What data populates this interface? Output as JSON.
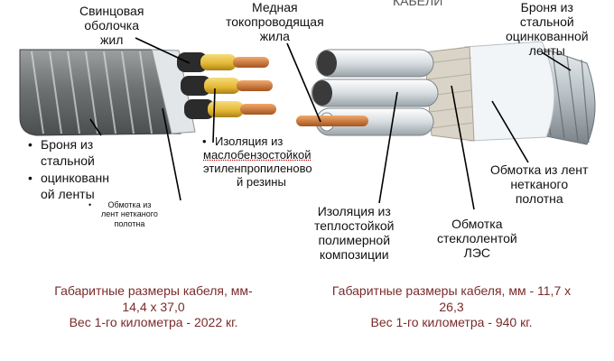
{
  "header_partial": "КАБЕЛИ",
  "left_cable": {
    "labels": {
      "lead_sheath": "Свинцовая\nоболочка\nжил",
      "armor_bullet_1": "Броня из",
      "armor_bullet_2": "стальной",
      "armor_bullet_3": "оцинкованн",
      "armor_bullet_4": "ой ленты",
      "nonwoven_wrap": "Обмотка из\nлент нетканого\nполотна",
      "insulation_1": "Изоляция из",
      "insulation_2": "маслобензостойкой",
      "insulation_3": "этиленпропиленово",
      "insulation_4": "й резины"
    },
    "spec": {
      "line1": "Габаритные размеры кабеля, мм-",
      "line2": "14,4 х 37,0",
      "line3": "Вес 1-го километра - 2022 кг."
    }
  },
  "center": {
    "copper_conductor": "Медная\nтокопроводящая\nжила"
  },
  "right_cable": {
    "labels": {
      "armor": "Броня из\nстальной\nоцинкованной\nленты",
      "nonwoven_wrap": "Обмотка из лент\nнетканого\nполотна",
      "insulation": "Изоляция из\nтеплостойкой\nполимерной\nкомпозиции",
      "glass_tape": "Обмотка\nстеклолентой\nЛЭС"
    },
    "spec": {
      "line1": "Габаритные размеры кабеля, мм  - 11,7 х",
      "line2": "26,3",
      "line3": "Вес 1-го километра - 940 кг."
    }
  },
  "colors": {
    "armor": "#7d7f80",
    "armor_dark": "#4e5152",
    "lead": "#2a2a2a",
    "insulation_yellow": "#e9c23d",
    "copper": "#cf7a3a",
    "wrap_white": "#e8eef2",
    "glass_tape": "#d6d2c6",
    "spec_text": "#7a2a2a",
    "underline": "#b00000"
  }
}
